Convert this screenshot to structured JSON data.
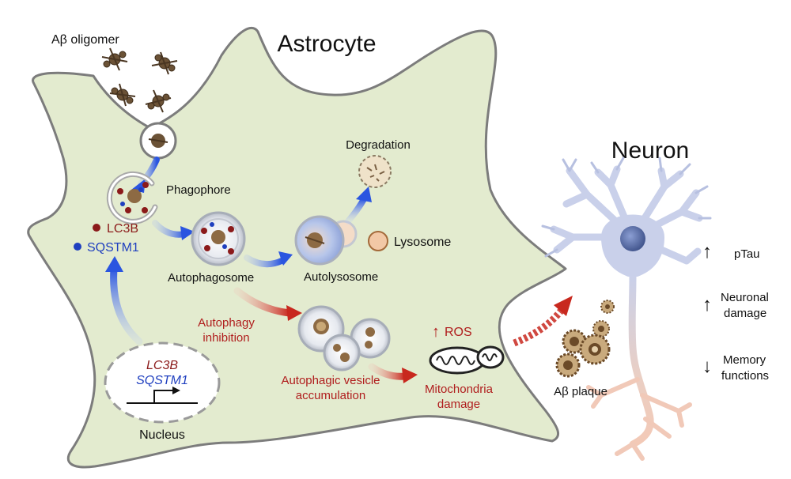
{
  "labels": {
    "astrocyte": "Astrocyte",
    "neuron": "Neuron",
    "abeta_oligomer": "Aβ oligomer",
    "phagophore": "Phagophore",
    "lc3b_legend": "LC3B",
    "sqstm1_legend": "SQSTM1",
    "autophagosome": "Autophagosome",
    "autolysosome": "Autolysosome",
    "degradation": "Degradation",
    "lysosome": "Lysosome",
    "autophagy_inhibition_1": "Autophagy",
    "autophagy_inhibition_2": "inhibition",
    "vesicle_accumulation_1": "Autophagic vesicle",
    "vesicle_accumulation_2": "accumulation",
    "ros": "ROS",
    "mito_damage_1": "Mitochondria",
    "mito_damage_2": "damage",
    "nucleus_gene_1": "LC3B",
    "nucleus_gene_2": "SQSTM1",
    "nucleus": "Nucleus",
    "abeta_plaque": "Aβ plaque",
    "ptau": "pTau",
    "neuronal_damage_1": "Neuronal",
    "neuronal_damage_2": "damage",
    "memory_functions_1": "Memory",
    "memory_functions_2": "functions"
  },
  "colors": {
    "cytoplasm": "#e3ebcf",
    "membrane": "#7c7c7c",
    "lc3b": "#8b1a1a",
    "sqstm1": "#1f3fbf",
    "arrow_blue": "#2a55e0",
    "arrow_red": "#c8281e",
    "red_text": "#b01d1d",
    "neuron": "#c9d0ea",
    "axon_pink": "#f1c9b8"
  },
  "icons": {
    "up_arrow": "↑",
    "down_arrow": "↓"
  }
}
